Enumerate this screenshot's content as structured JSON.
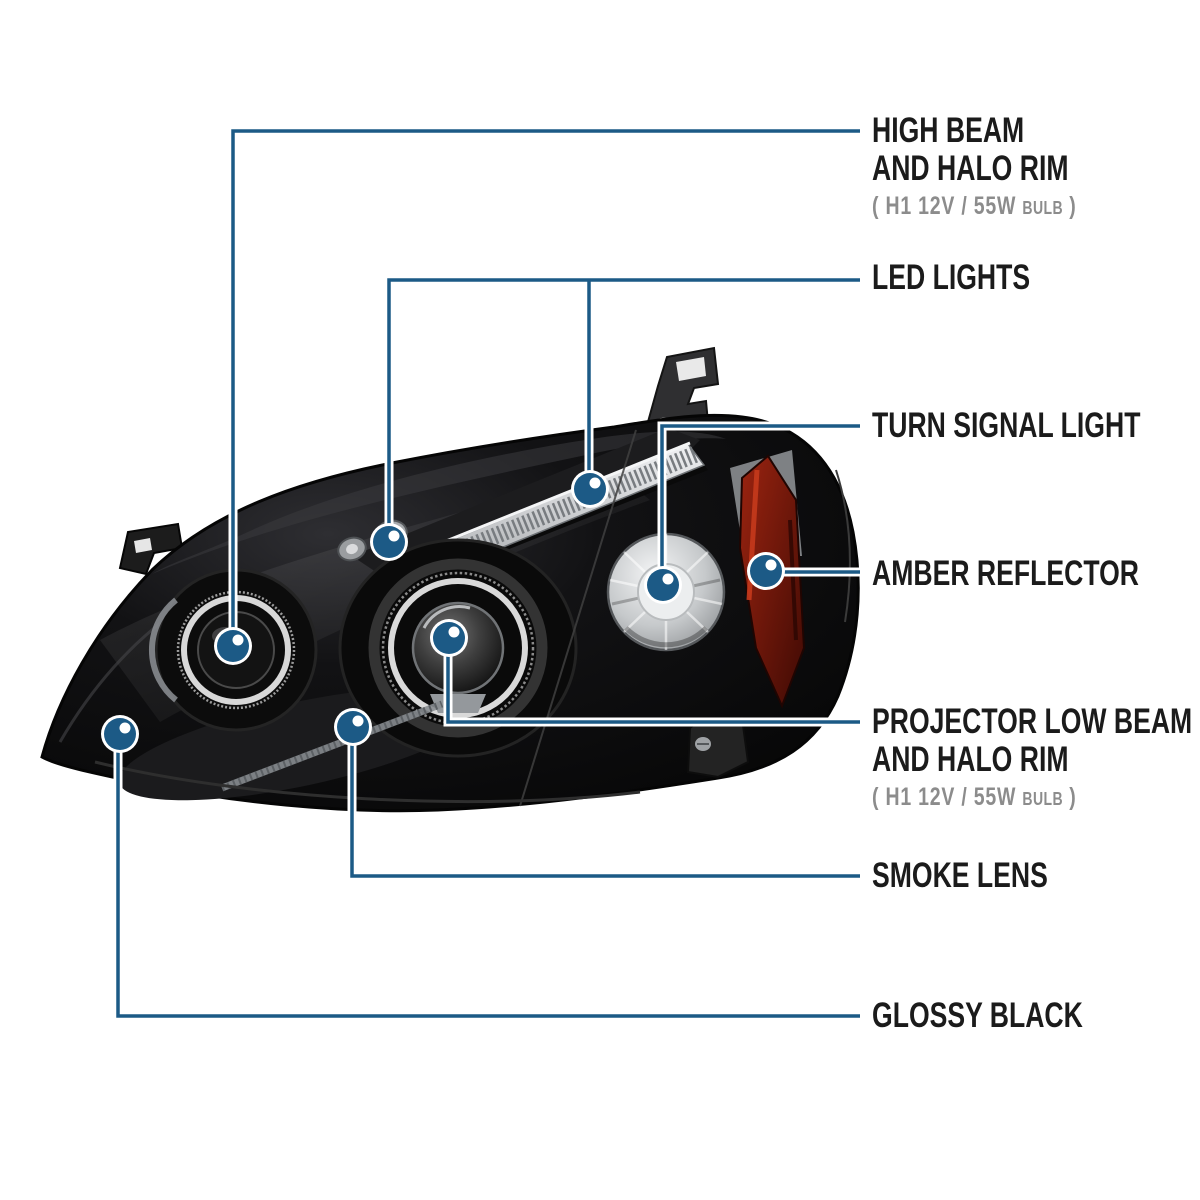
{
  "colors": {
    "callout_blue": "#1C5A86",
    "label_text": "#1b1b1b",
    "sub_text": "#8c8c8c",
    "background": "#ffffff",
    "body_black": "#0a0a0a",
    "amber_reflector": "#7a150b",
    "led_strip": "#c9cccf"
  },
  "callouts": {
    "high_beam": {
      "line1": "HIGH BEAM",
      "line2": "AND HALO RIM",
      "sub_open": "( H1 12V / 55W",
      "sub_small": "BULB",
      "sub_close": ")"
    },
    "led_lights": {
      "line1": "LED LIGHTS"
    },
    "turn_signal": {
      "line1": "TURN SIGNAL LIGHT"
    },
    "amber_reflector": {
      "line1": "AMBER REFLECTOR"
    },
    "projector_low_beam": {
      "line1": "PROJECTOR LOW BEAM",
      "line2": "AND HALO RIM",
      "sub_open": "( H1 12V / 55W",
      "sub_small": "BULB",
      "sub_close": ")"
    },
    "smoke_lens": {
      "line1": "SMOKE LENS"
    },
    "glossy_black": {
      "line1": "GLOSSY BLACK"
    }
  }
}
